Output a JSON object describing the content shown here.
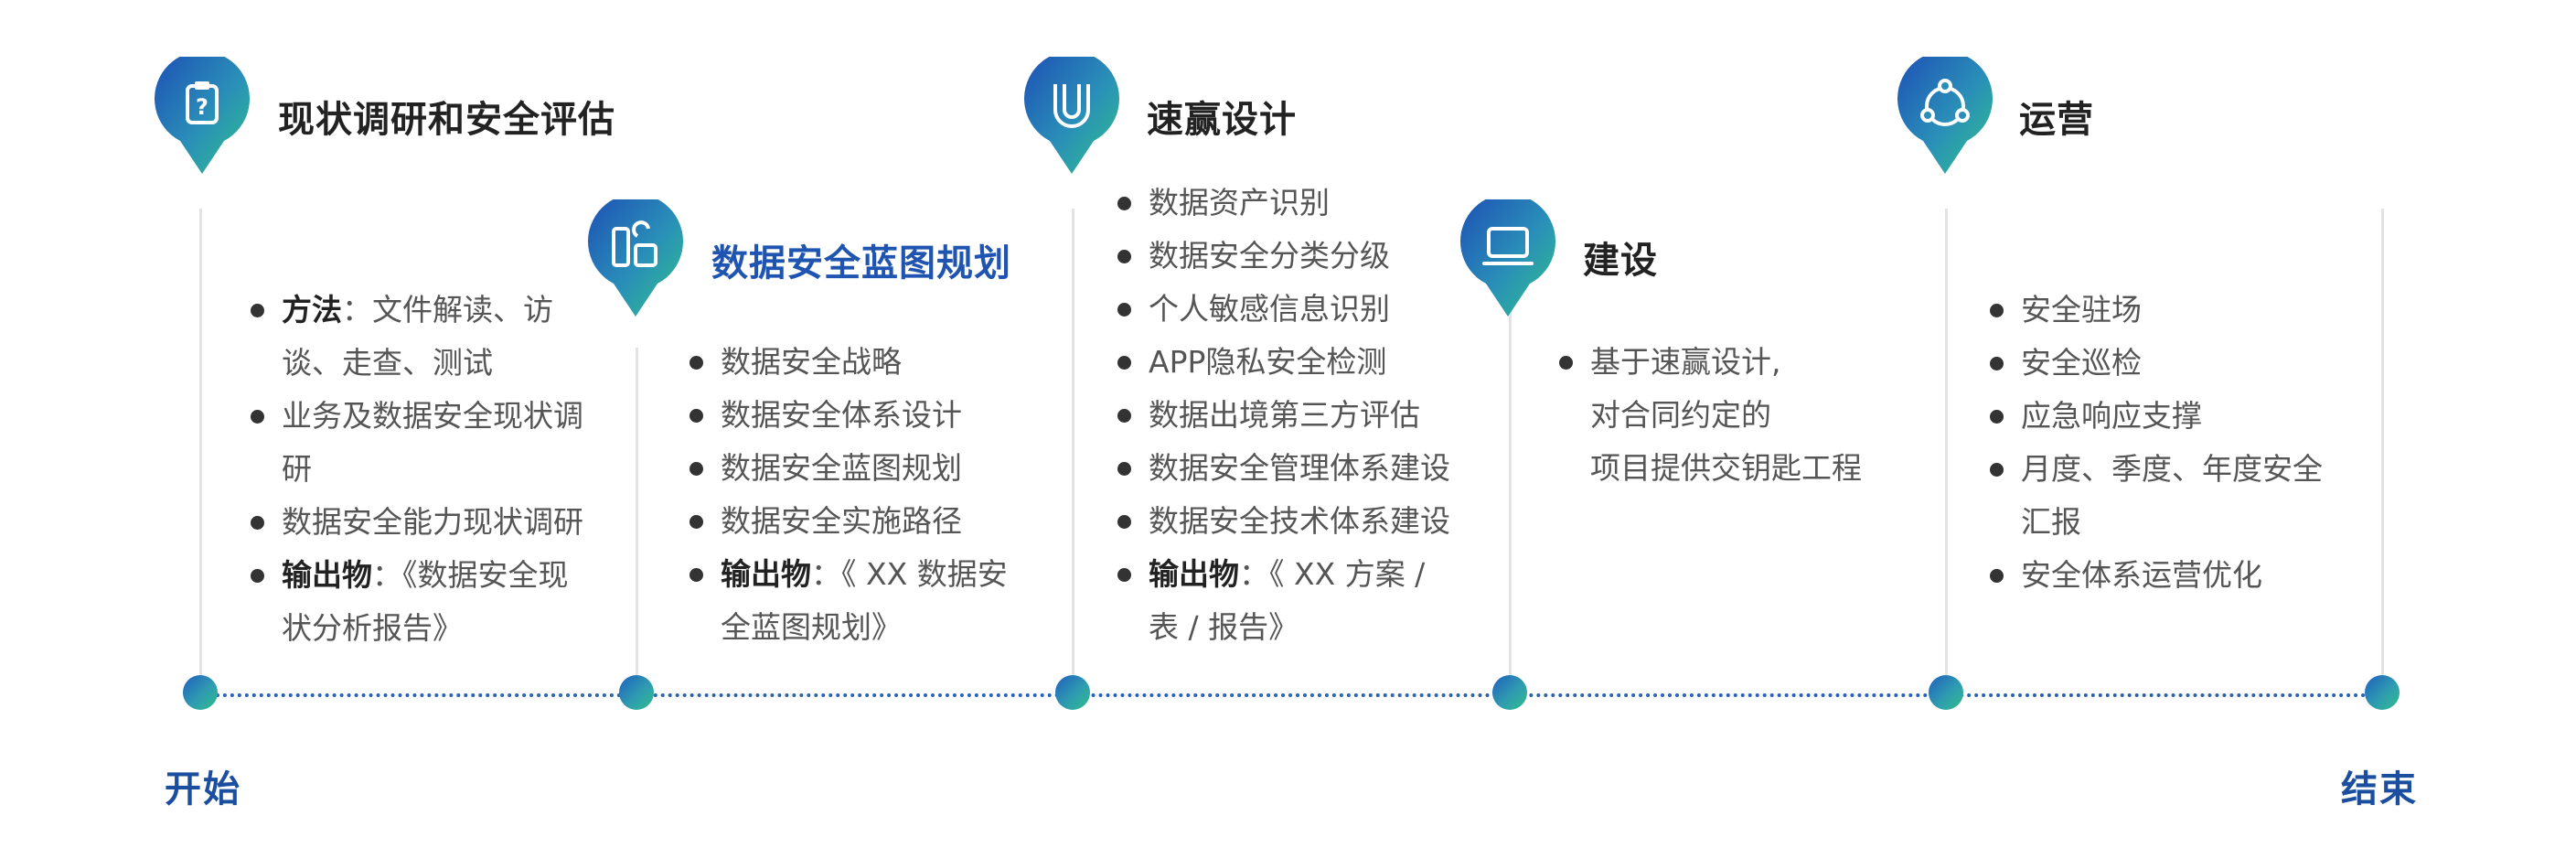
{
  "stages": [
    {
      "icon": "clipboard-question-icon",
      "title": "现状调研和安全评估",
      "items": [
        {
          "bold": "方法",
          "text": "：文件解读、访",
          "cont": "谈、走查、测试"
        },
        {
          "bold": "",
          "text": "业务及数据安全现状调",
          "cont": "研"
        },
        {
          "bold": "",
          "text": "数据安全能力现状调研",
          "cont": ""
        },
        {
          "bold": "输出物",
          "text": "：《数据安全现",
          "cont": "状分析报告》"
        }
      ]
    },
    {
      "icon": "blueprint-icon",
      "title": "数据安全蓝图规划",
      "items": [
        {
          "bold": "",
          "text": "数据安全战略",
          "cont": ""
        },
        {
          "bold": "",
          "text": "数据安全体系设计",
          "cont": ""
        },
        {
          "bold": "",
          "text": "数据安全蓝图规划",
          "cont": ""
        },
        {
          "bold": "",
          "text": "数据安全实施路径",
          "cont": ""
        },
        {
          "bold": "输出物",
          "text": "：《 XX 数据安",
          "cont": "全蓝图规划》"
        }
      ]
    },
    {
      "icon": "magnet-icon",
      "title": "速赢设计",
      "items": [
        {
          "bold": "",
          "text": "数据资产识别",
          "cont": ""
        },
        {
          "bold": "",
          "text": "数据安全分类分级",
          "cont": ""
        },
        {
          "bold": "",
          "text": "个人敏感信息识别",
          "cont": ""
        },
        {
          "bold": "",
          "text": "APP隐私安全检测",
          "cont": ""
        },
        {
          "bold": "",
          "text": "数据出境第三方评估",
          "cont": ""
        },
        {
          "bold": "",
          "text": "数据安全管理体系建设",
          "cont": ""
        },
        {
          "bold": "",
          "text": "数据安全技术体系建设",
          "cont": ""
        },
        {
          "bold": "输出物",
          "text": "：《 XX 方案 /",
          "cont": "表 / 报告》"
        }
      ]
    },
    {
      "icon": "laptop-icon",
      "title": "建设",
      "items": [
        {
          "bold": "",
          "text": "基于速赢设计,",
          "cont": "对合同约定的",
          "cont2": "项目提供交钥匙工程"
        }
      ]
    },
    {
      "icon": "cycle-icon",
      "title": "运营",
      "items": [
        {
          "bold": "",
          "text": "安全驻场",
          "cont": ""
        },
        {
          "bold": "",
          "text": "安全巡检",
          "cont": ""
        },
        {
          "bold": "",
          "text": "应急响应支撑",
          "cont": ""
        },
        {
          "bold": "",
          "text": "月度、季度、年度安全",
          "cont": "汇报"
        },
        {
          "bold": "",
          "text": "安全体系运营优化",
          "cont": ""
        }
      ]
    }
  ],
  "timeline": {
    "start_label": "开始",
    "end_label": "结束",
    "accent_color": "#1f55b0",
    "line_color": "#2a63b5"
  }
}
